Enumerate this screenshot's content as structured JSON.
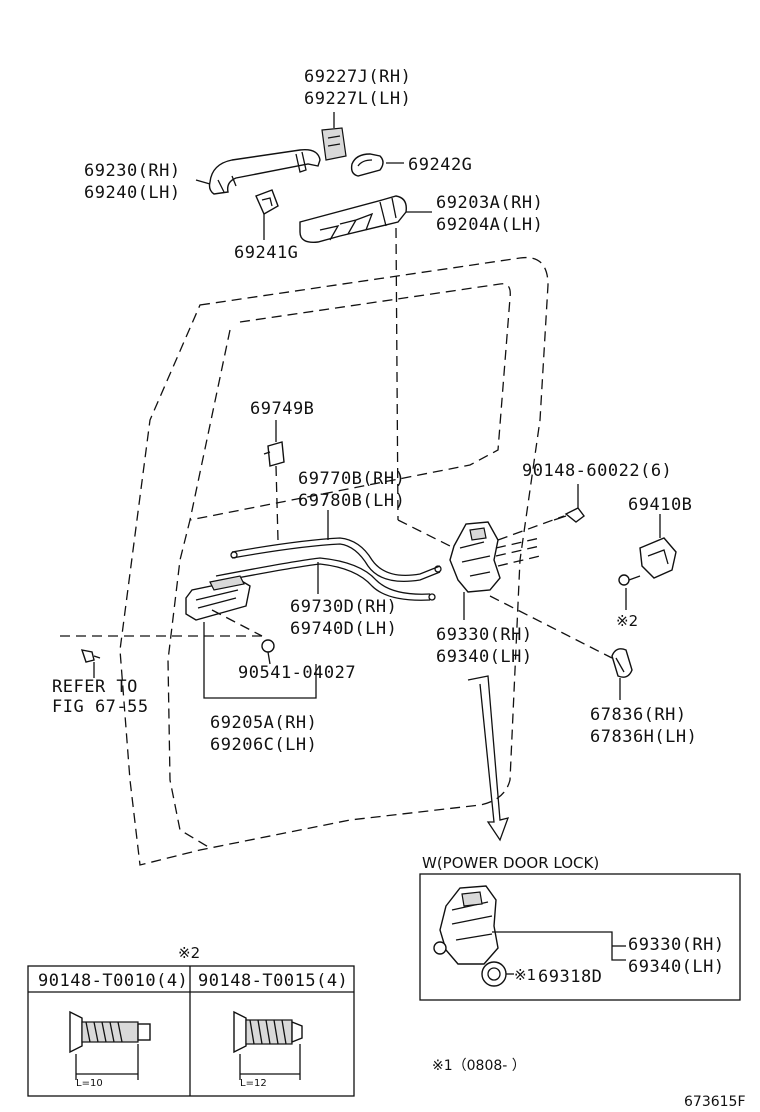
{
  "labels": {
    "handle_cover_rh": "69227J(RH)",
    "handle_cover_lh": "69227L(LH)",
    "outside_handle_rh": "69230(RH)",
    "outside_handle_lh": "69240(LH)",
    "pad_rear": "69242G",
    "frame_rh": "69203A(RH)",
    "frame_lh": "69204A(LH)",
    "pad_front": "69241G",
    "clamp": "69749B",
    "rod_rh": "69770B(RH)",
    "rod_lh": "69780B(LH)",
    "screw": "90148-60022(6)",
    "striker": "69410B",
    "cable_rh": "69730D(RH)",
    "cable_lh": "69740D(LH)",
    "lock_rh": "69330(RH)",
    "lock_lh": "69340(LH)",
    "bolt": "90541-04027",
    "refer_1": "REFER TO",
    "refer_2": "FIG 67-55",
    "inside_handle_rh": "69205A(RH)",
    "inside_handle_lh": "69206C(LH)",
    "note_mark": "※2",
    "cover_rh": "67836(RH)",
    "cover_lh": "67836H(LH)"
  },
  "power_lock": {
    "title": "W(POWER DOOR LOCK)",
    "lock_rh": "69330(RH)",
    "lock_lh": "69340(LH)",
    "actuator_prefix": "※1",
    "actuator": "69318D"
  },
  "fasteners": {
    "note_mark": "※2",
    "col1_header": "90148-T0010(4)",
    "col2_header": "90148-T0015(4)",
    "col1_length": "L=10",
    "col2_length": "L=12"
  },
  "footnote": "※1（0808-      ）",
  "figure_id": "673615F"
}
